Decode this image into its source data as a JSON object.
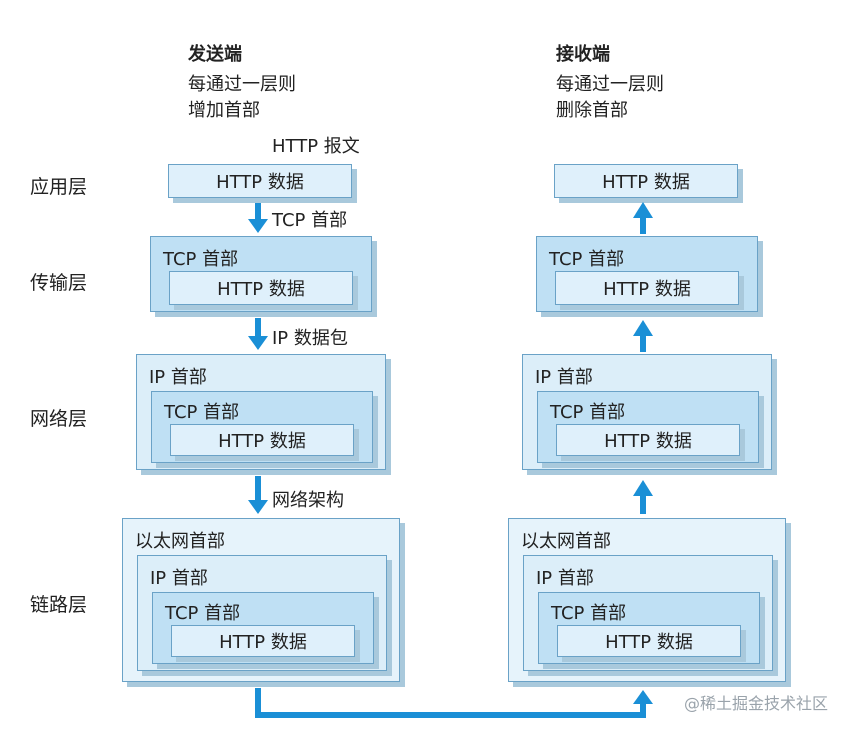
{
  "sender": {
    "title": "发送端",
    "line1": "每通过一层则",
    "line2": "增加首部"
  },
  "receiver": {
    "title": "接收端",
    "line1": "每通过一层则",
    "line2": "删除首部"
  },
  "layers": {
    "application": "应用层",
    "transport": "传输层",
    "network": "网络层",
    "link": "链路层"
  },
  "arrow_labels": {
    "http_message": "HTTP 报文",
    "tcp_header": "TCP 首部",
    "ip_packet": "IP 数据包",
    "network_frame": "网络架构"
  },
  "headers": {
    "ethernet": "以太网首部",
    "ip": "IP 首部",
    "tcp": "TCP 首部",
    "http_data": "HTTP 数据"
  },
  "watermark": "@稀土掘金技术社区",
  "colors": {
    "arrow": "#1a8fd6",
    "box_border": "#6aa2c7"
  }
}
